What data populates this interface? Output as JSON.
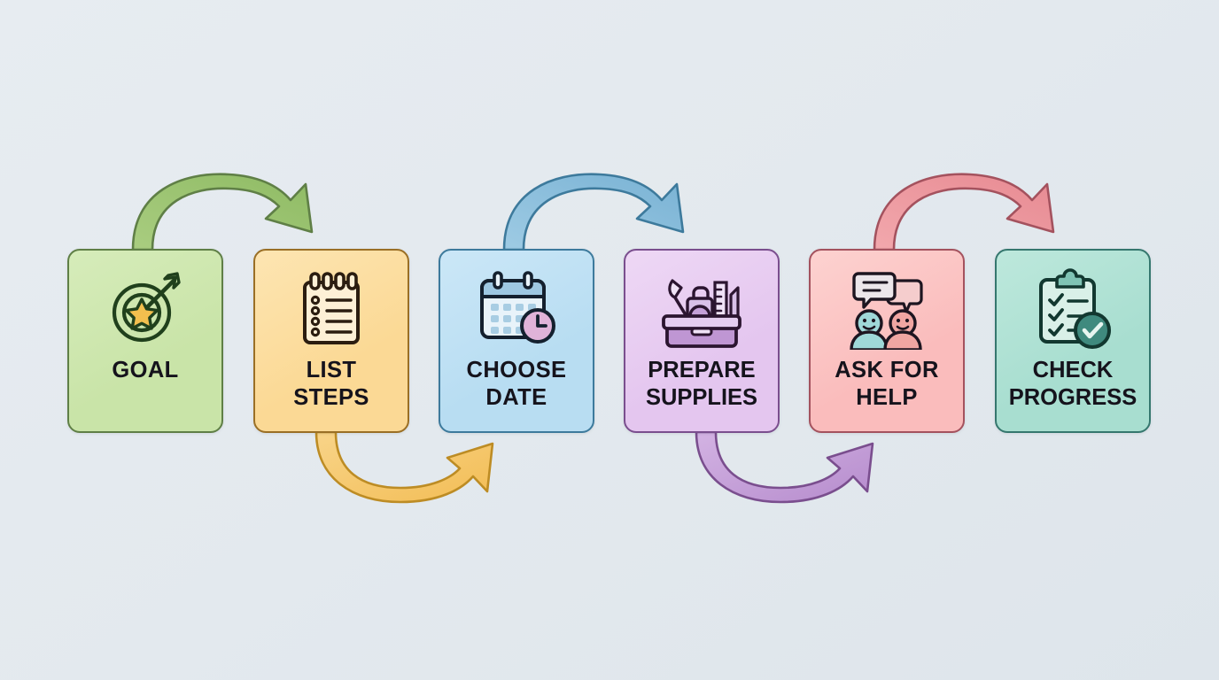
{
  "background_color": "#e3e9ee",
  "diagram": {
    "type": "process-flow",
    "orientation": "horizontal-serpentine",
    "step_count": 6,
    "steps": [
      {
        "index": 1,
        "label": "GOAL",
        "icon": "target-star-arrow-icon",
        "fill": "#c9e4a8",
        "fill_light": "#d6ecba",
        "border": "#5f7f46",
        "accent": "#f2bf4e"
      },
      {
        "index": 2,
        "label": "LIST\nSTEPS",
        "icon": "spiral-notepad-checklist-icon",
        "fill": "#fbd995",
        "fill_light": "#fde5b2",
        "border": "#9a6f25",
        "accent": "#2b1d10"
      },
      {
        "index": 3,
        "label": "CHOOSE\nDATE",
        "icon": "calendar-clock-icon",
        "fill": "#b8ddf2",
        "fill_light": "#cbe7f7",
        "border": "#3d7a9c",
        "accent": "#e0b3d8"
      },
      {
        "index": 4,
        "label": "PREPARE\nSUPPLIES",
        "icon": "supplies-toolbox-icon",
        "fill": "#e4c6ef",
        "fill_light": "#eed8f5",
        "border": "#7a4e8e",
        "accent": "#b987cd"
      },
      {
        "index": 5,
        "label": "ASK FOR\nHELP",
        "icon": "two-people-speech-bubbles-icon",
        "fill": "#fabcbc",
        "fill_light": "#fdd2d0",
        "border": "#a4525e",
        "accent": "#9fd8d8"
      },
      {
        "index": 6,
        "label": "CHECK\nPROGRESS",
        "icon": "clipboard-checklist-check-icon",
        "fill": "#a8ded0",
        "fill_light": "#bde8dc",
        "border": "#35776e",
        "accent": "#3f8a7e"
      }
    ],
    "connectors": [
      {
        "index": 1,
        "from": "GOAL",
        "to": "LIST STEPS",
        "direction": "over-the-top",
        "color": "#9cc46e",
        "stroke": "#5f7f46"
      },
      {
        "index": 2,
        "from": "LIST STEPS",
        "to": "CHOOSE DATE",
        "direction": "under-the-bottom",
        "color": "#f6c664",
        "stroke": "#bd8c24"
      },
      {
        "index": 3,
        "from": "CHOOSE DATE",
        "to": "PREPARE SUPPLIES",
        "direction": "over-the-top",
        "color": "#8cc0dd",
        "stroke": "#3d7a9c"
      },
      {
        "index": 4,
        "from": "PREPARE SUPPLIES",
        "to": "ASK FOR HELP",
        "direction": "under-the-bottom",
        "color": "#c4a0d8",
        "stroke": "#7a4e8e"
      },
      {
        "index": 5,
        "from": "ASK FOR HELP",
        "to": "CHECK PROGRESS",
        "direction": "over-the-top",
        "color": "#ef9aa0",
        "stroke": "#a4525e"
      }
    ]
  }
}
